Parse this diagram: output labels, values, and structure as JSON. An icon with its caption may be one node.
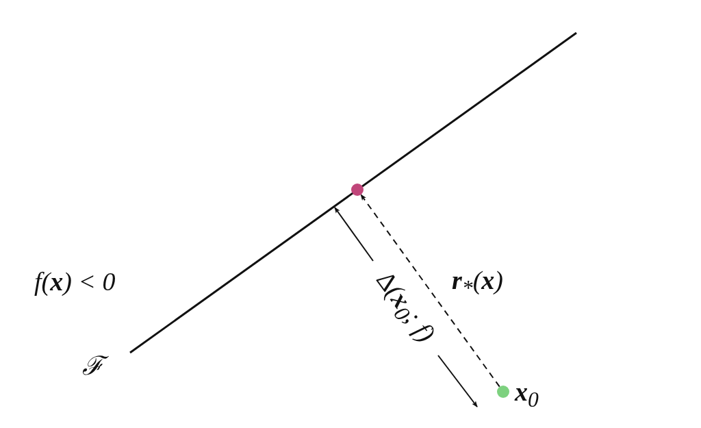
{
  "diagram": {
    "nodes": [
      {
        "text": [],
        "shape": "circle",
        "beside": [
          "**x**$_{0}$"
        ]
      },
      {
        "text": [],
        "shape": "circle"
      }
    ],
    "edges": [
      {
        "from": 0,
        "to": 1,
        "arrow": "to",
        "style": "dashed",
        "label": "**r**$_{*}$(**x**)"
      }
    ],
    "labels": [
      "f(**x**) < 0",
      "∆(**x**$_{0}$; f)",
      "ℱ"
    ]
  }
}
